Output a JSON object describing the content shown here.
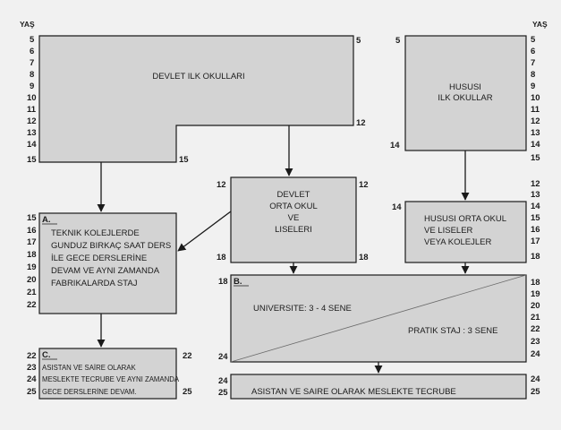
{
  "age_label": "YAŞ",
  "scale_left": [
    "5",
    "6",
    "7",
    "8",
    "9",
    "10",
    "11",
    "12",
    "13",
    "14",
    "15"
  ],
  "scale_right": [
    "5",
    "6",
    "7",
    "8",
    "9",
    "10",
    "11",
    "12",
    "13",
    "14",
    "15"
  ],
  "scale_right_low": [
    "12",
    "13",
    "14",
    "15",
    "16",
    "17",
    "18",
    "19",
    "20",
    "21",
    "22",
    "23",
    "24"
  ],
  "scale_left_low": [
    "15",
    "16",
    "17",
    "18",
    "19",
    "20",
    "21",
    "22"
  ],
  "scale_bottom_left": [
    "22",
    "23",
    "24",
    "25"
  ],
  "nodes": {
    "devlet_ilk": {
      "title": "DEVLET ILK OKULLARI",
      "n_tl": "5",
      "n_tr": "5",
      "n_r12": "12",
      "n_b15": "15"
    },
    "husus_ilk": {
      "line1": "HUSUSI",
      "line2": "ILK OKULLAR",
      "n_tl": "5",
      "n_bl": "14"
    },
    "devlet_orta": {
      "line1": "DEVLET",
      "line2": "ORTA OKUL",
      "line3": "VE",
      "line4": "LISELERI",
      "n_tl": "12",
      "n_tr": "12",
      "n_bl": "18",
      "n_br": "18"
    },
    "husus_orta": {
      "line1": "HUSUSI ORTA OKUL",
      "line2": "VE LISELER",
      "line3": "VEYA KOLEJLER",
      "n_tl": "14"
    },
    "a": {
      "tag": "A.",
      "lines": [
        "TEKNIK KOLEJLERDE",
        "GUNDUZ BIRKAÇ SAAT DERS",
        "İLE GECE DERSLERİNE",
        "DEVAM VE AYNI ZAMANDA",
        "FABRIKALARDA STAJ"
      ]
    },
    "b": {
      "tag": "B.",
      "left": "UNIVERSITE:  3 - 4 SENE",
      "right": "PRATIK STAJ : 3 SENE",
      "n_tl": "18",
      "n_bl": "24"
    },
    "c": {
      "tag": "C.",
      "lines": [
        "ASISTAN VE SAİRE OLARAK",
        "MESLEKTE TECRUBE VE AYNI ZAMANDA",
        "GECE DERSLERİNE DEVAM."
      ],
      "n_tr": "22",
      "n_br": "25"
    },
    "d": {
      "text": "ASISTAN VE SAIRE OLARAK MESLEKTE TECRUBE",
      "n_l24": "24",
      "n_l25": "25"
    }
  }
}
